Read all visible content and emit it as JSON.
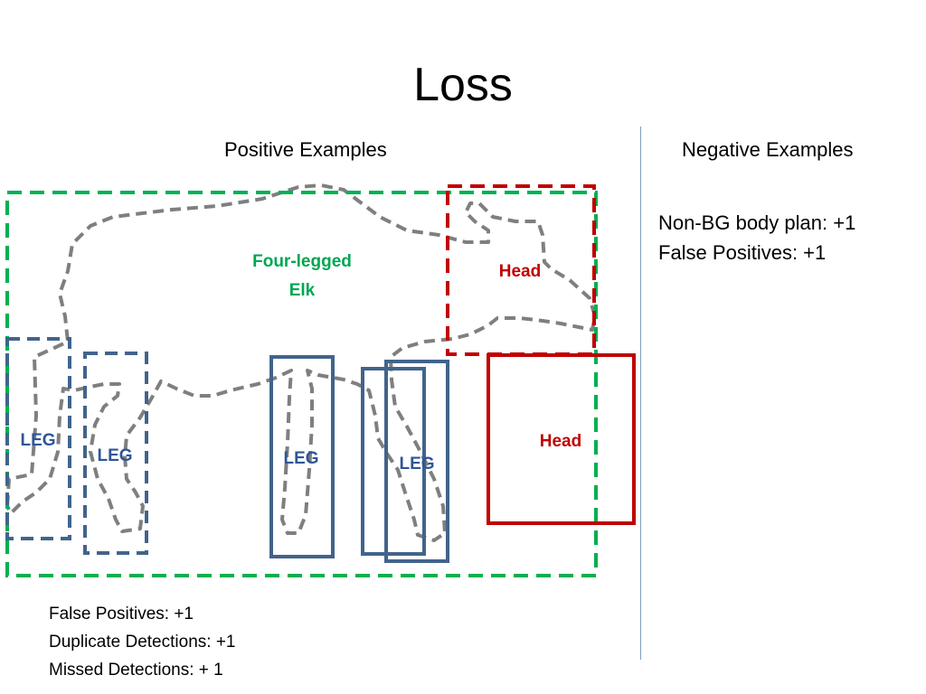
{
  "slide": {
    "title": "Loss",
    "positive_heading": "Positive Examples",
    "negative_heading": "Negative Examples"
  },
  "negative_items": [
    "Non-BG body plan: +1",
    "False Positives: +1"
  ],
  "bottom_items": [
    "False Positives: +1",
    "Duplicate Detections: +1",
    "Missed Detections: + 1"
  ],
  "diagram_labels": {
    "elk": [
      "Four-legged",
      "Elk"
    ],
    "head_dashed": "Head",
    "head_solid": "Head",
    "leg_1": "LEG",
    "leg_2": "LEG",
    "leg_3": "LEG",
    "leg_4": "LEG"
  },
  "colors": {
    "green": "#00b050",
    "dark_red": "#c00000",
    "blue": "#41648c",
    "outline_gray": "#7f7f7f"
  }
}
